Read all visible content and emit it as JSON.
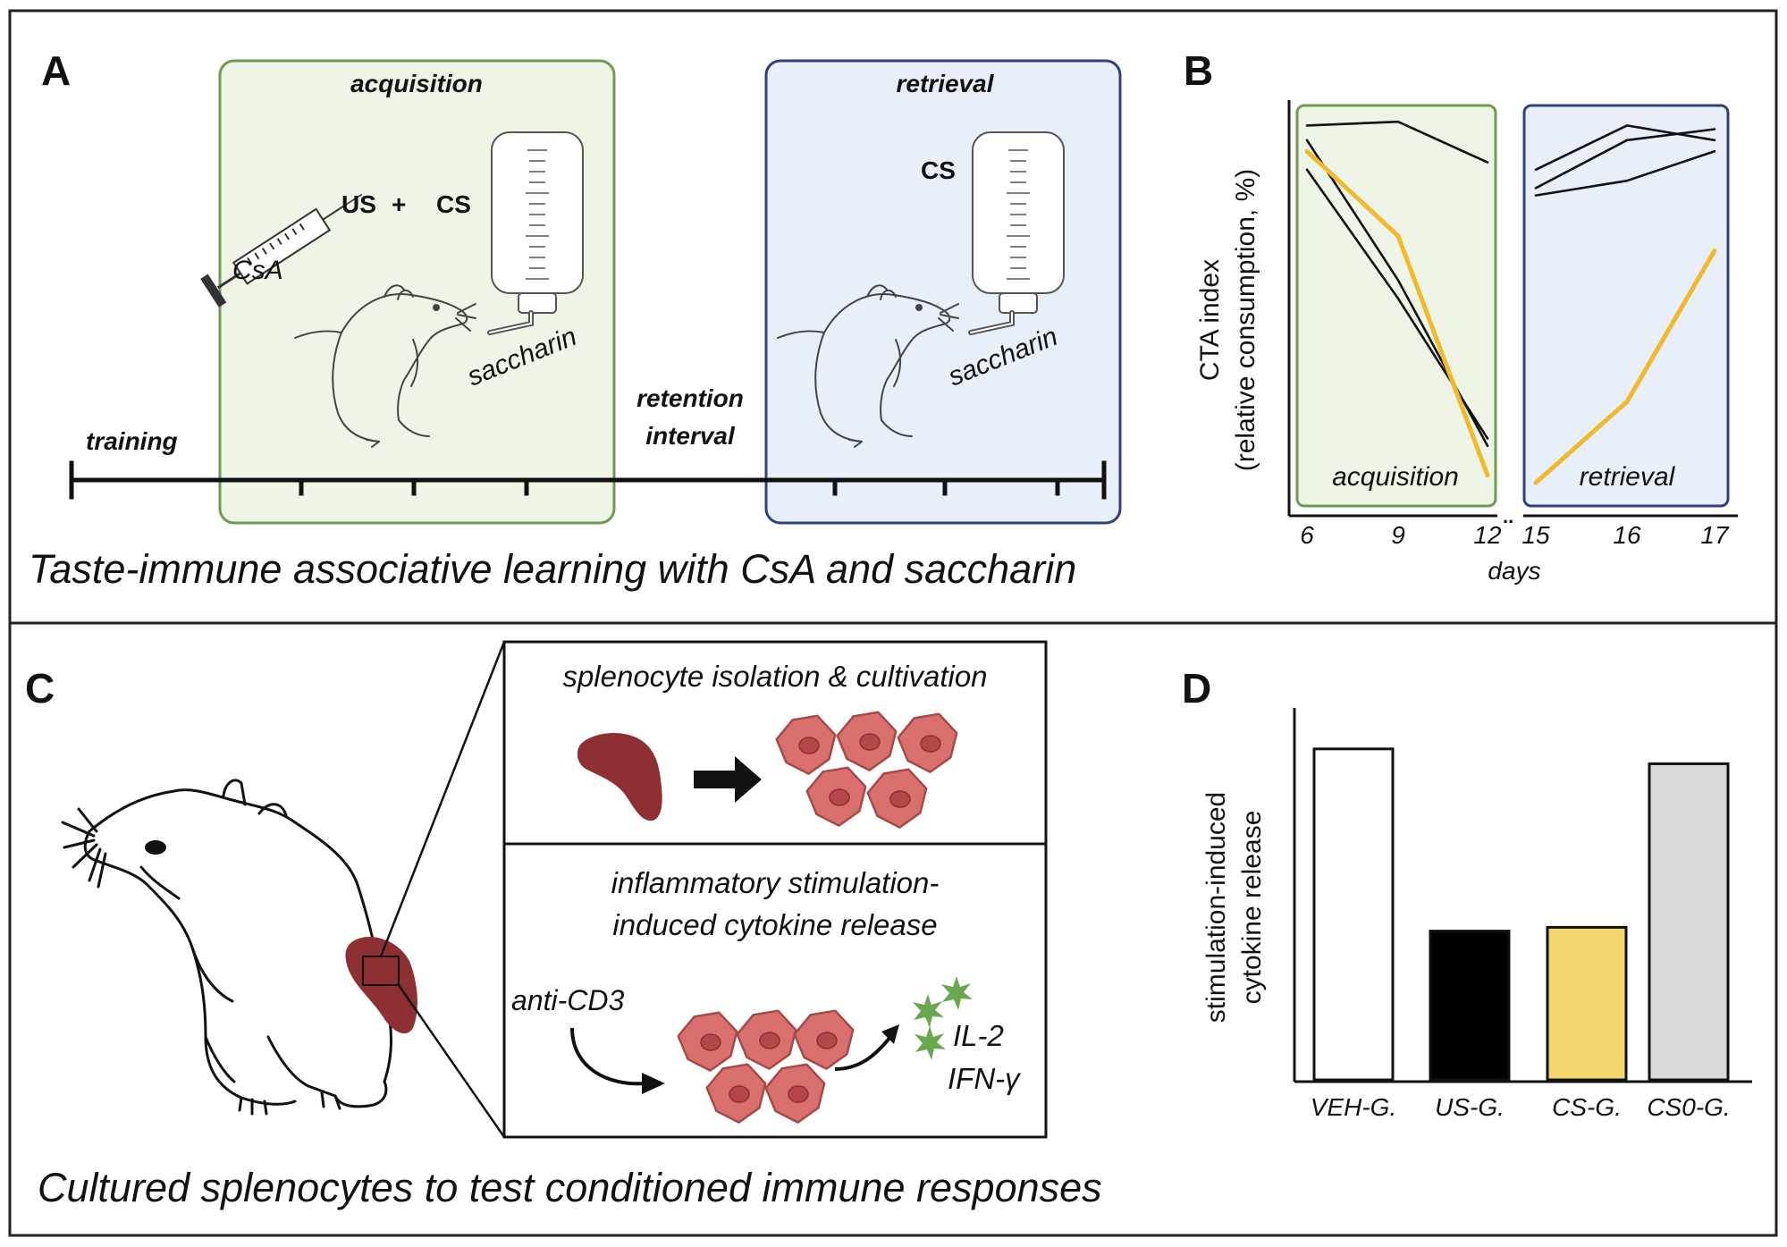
{
  "panel_a": {
    "letter": "A",
    "acquisition_title": "acquisition",
    "retrieval_title": "retrieval",
    "us_label": "US",
    "plus": "+",
    "cs_label": "CS",
    "cs_label_retrieval": "CS",
    "csa_label": "CsA",
    "saccharin_label": "saccharin",
    "saccharin_label_retrieval": "saccharin",
    "training_label": "training",
    "retention_line1": "retention",
    "retention_line2": "interval",
    "caption": "Taste-immune associative learning with CsA and saccharin"
  },
  "panel_b": {
    "letter": "B",
    "ylabel_line1": "CTA index",
    "ylabel_line2": "(relative consumption, %)",
    "xlabel": "days",
    "acq_box_label": "acquisition",
    "ret_box_label": "retrieval",
    "break_mark": "..",
    "colors": {
      "highlight": "#f2b82e",
      "acq_fill": "#eef5e6",
      "acq_border": "#6e9a52",
      "ret_fill": "#e8eff8",
      "ret_border": "#2f3f84"
    }
  },
  "panel_c": {
    "letter": "C",
    "top_title": "splenocyte isolation & cultivation",
    "mid_line1": "inflammatory stimulation-",
    "mid_line2": "induced cytokine release",
    "anti_cd3": "anti-CD3",
    "il2": "IL-2",
    "ifn": "IFN-γ",
    "caption": "Cultured splenocytes to test conditioned immune responses",
    "colors": {
      "spleen": "#8e2f33",
      "cell": "#d9706e",
      "cytokine": "#6aa84f"
    }
  },
  "panel_d": {
    "letter": "D",
    "ylabel_line1": "stimulation-induced",
    "ylabel_line2": "cytokine release"
  },
  "chart_data": [
    {
      "type": "line",
      "ylabel": "CTA index (relative consumption, %)",
      "xlabel": "days",
      "x": [
        6,
        9,
        12,
        15,
        16,
        17
      ],
      "x_tick_labels": [
        "6",
        "9",
        "12",
        "15",
        "16",
        "17"
      ],
      "ylim": [
        0,
        100
      ],
      "grid": false,
      "legend": "none",
      "series": [
        {
          "color": "#111111",
          "x": [
            6,
            9,
            12
          ],
          "values": [
            97,
            98,
            87
          ]
        },
        {
          "color": "#111111",
          "x": [
            6,
            9,
            12
          ],
          "values": [
            93,
            55,
            10
          ]
        },
        {
          "color": "#111111",
          "x": [
            6,
            9,
            12
          ],
          "values": [
            85,
            50,
            12
          ]
        },
        {
          "color": "#f2b82e",
          "x": [
            6,
            9,
            12
          ],
          "values": [
            90,
            67,
            2
          ]
        },
        {
          "color": "#111111",
          "x": [
            15,
            16,
            17
          ],
          "values": [
            85,
            97,
            93
          ]
        },
        {
          "color": "#111111",
          "x": [
            15,
            16,
            17
          ],
          "values": [
            80,
            93,
            96
          ]
        },
        {
          "color": "#111111",
          "x": [
            15,
            16,
            17
          ],
          "values": [
            78,
            82,
            90
          ]
        },
        {
          "color": "#f2b82e",
          "x": [
            15,
            16,
            17
          ],
          "values": [
            0,
            22,
            63
          ]
        }
      ]
    },
    {
      "type": "bar",
      "ylabel": "stimulation-induced cytokine release",
      "categories": [
        "VEH-G.",
        "US-G.",
        "CS-G.",
        "CS0-G."
      ],
      "values": [
        89,
        40,
        41,
        85
      ],
      "colors": [
        "#ffffff",
        "#000000",
        "#f5d56e",
        "#d9d9d9"
      ],
      "ylim": [
        0,
        100
      ],
      "grid": false
    }
  ]
}
